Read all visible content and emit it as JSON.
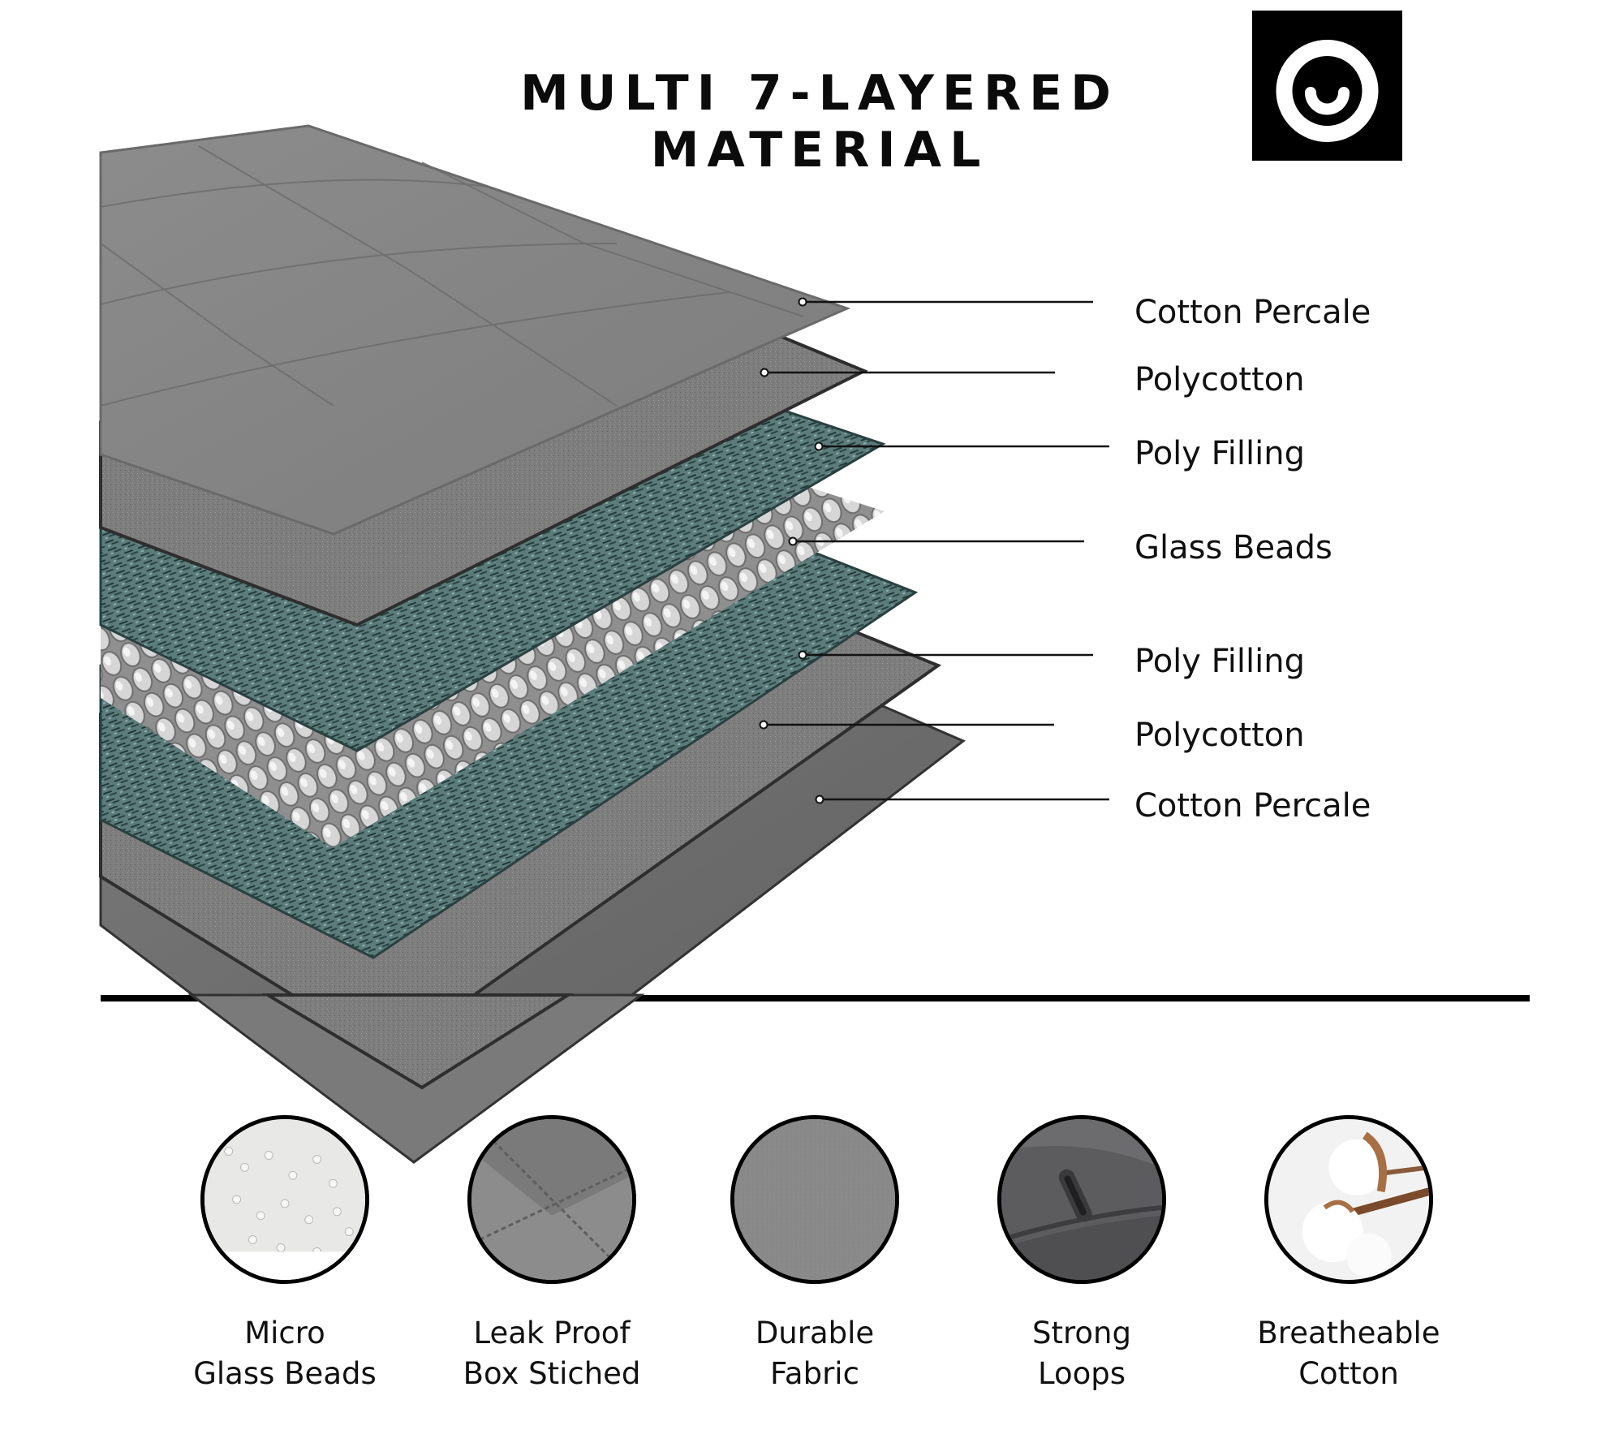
{
  "header": {
    "title_line1": "MULTI 7-LAYERED",
    "title_line2": "MATERIAL"
  },
  "logo": {
    "icon": "smile-ring-icon",
    "background": "#000000",
    "foreground": "#ffffff"
  },
  "layers": [
    {
      "label": "Cotton Percale",
      "color": "#8a8a8a"
    },
    {
      "label": "Polycotton",
      "color": "#7a7a7a"
    },
    {
      "label": "Poly Filling",
      "color": "#4f6e6e"
    },
    {
      "label": "Glass Beads",
      "color": "#b8b8b8"
    },
    {
      "label": "Poly Filling",
      "color": "#4f6e6e"
    },
    {
      "label": "Polycotton",
      "color": "#7a7a7a"
    },
    {
      "label": "Cotton Percale",
      "color": "#6a6a6a"
    }
  ],
  "features": [
    {
      "line1": "Micro",
      "line2": "Glass Beads",
      "icon": "glass-beads-icon"
    },
    {
      "line1": "Leak Proof",
      "line2": "Box Stiched",
      "icon": "box-stitch-icon"
    },
    {
      "line1": "Durable",
      "line2": "Fabric",
      "icon": "fabric-texture-icon"
    },
    {
      "line1": "Strong",
      "line2": "Loops",
      "icon": "loop-icon"
    },
    {
      "line1": "Breatheable",
      "line2": "Cotton",
      "icon": "cotton-icon"
    }
  ],
  "colors": {
    "text": "#111111",
    "divider": "#000000",
    "teal": "#4f6e6e",
    "grey": "#8a8a8a"
  }
}
